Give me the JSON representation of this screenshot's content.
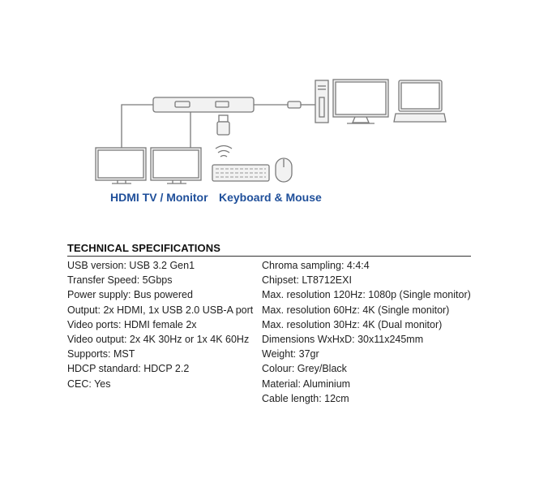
{
  "diagram": {
    "captions": {
      "hdmi_display": "HDMI TV / Monitor",
      "keyboard_mouse": "Keyboard & Mouse"
    },
    "colors": {
      "caption_blue": "#1f4f9a",
      "line_grey": "#7a7a7a",
      "device_fill": "#f2f2f2"
    }
  },
  "specs": {
    "title": "TECHNICAL SPECIFICATIONS",
    "left": [
      "USB version: USB 3.2 Gen1",
      "Transfer Speed: 5Gbps",
      "Power supply: Bus powered",
      "Output: 2x HDMI, 1x USB 2.0 USB-A port",
      "Video ports: HDMI female 2x",
      "Video output: 2x 4K 30Hz or 1x 4K 60Hz",
      "Supports: MST",
      "HDCP standard: HDCP 2.2",
      "CEC: Yes"
    ],
    "right": [
      "Chroma sampling: 4:4:4",
      "Chipset: LT8712EXI",
      "Max. resolution 120Hz: 1080p (Single monitor)",
      "Max. resolution 60Hz: 4K (Single monitor)",
      "Max. resolution 30Hz: 4K (Dual monitor)",
      "Dimensions WxHxD: 30x11x245mm",
      "Weight: 37gr",
      "Colour: Grey/Black",
      "Material: Aluminium",
      "Cable length: 12cm"
    ]
  }
}
